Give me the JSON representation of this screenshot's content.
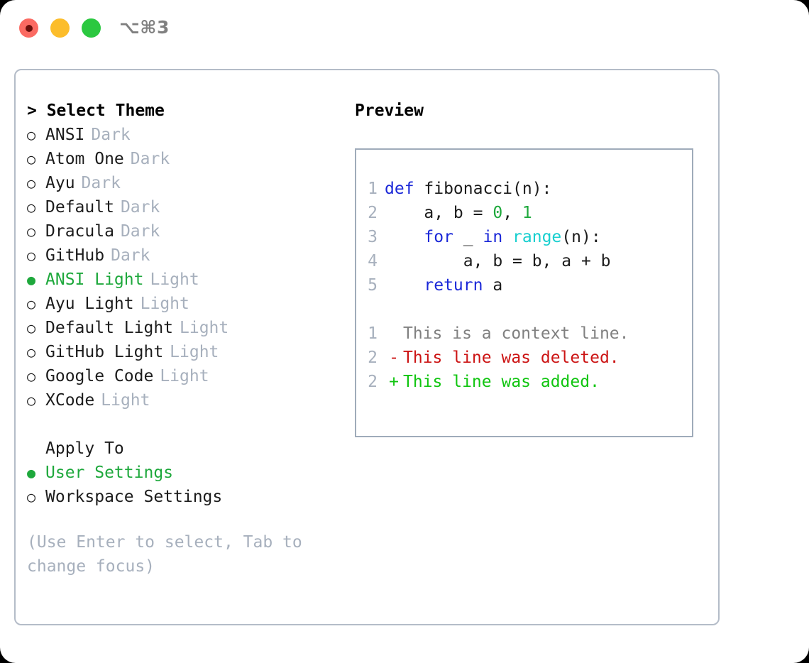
{
  "window": {
    "title": "⌥⌘3",
    "traffic_lights": [
      {
        "name": "close",
        "color": "#fb6a62",
        "focused": true
      },
      {
        "name": "minimize",
        "color": "#fcbd2b",
        "focused": false
      },
      {
        "name": "maximize",
        "color": "#2bc840",
        "focused": false
      }
    ]
  },
  "theme_panel": {
    "header": "> Select Theme",
    "items": [
      {
        "bullet": "○",
        "name": "ANSI",
        "kind": "Dark",
        "selected": false
      },
      {
        "bullet": "○",
        "name": "Atom One",
        "kind": "Dark",
        "selected": false
      },
      {
        "bullet": "○",
        "name": "Ayu",
        "kind": "Dark",
        "selected": false
      },
      {
        "bullet": "○",
        "name": "Default",
        "kind": "Dark",
        "selected": false
      },
      {
        "bullet": "○",
        "name": "Dracula",
        "kind": "Dark",
        "selected": false
      },
      {
        "bullet": "○",
        "name": "GitHub",
        "kind": "Dark",
        "selected": false
      },
      {
        "bullet": "●",
        "name": "ANSI Light",
        "kind": "Light",
        "selected": true
      },
      {
        "bullet": "○",
        "name": "Ayu Light",
        "kind": "Light",
        "selected": false
      },
      {
        "bullet": "○",
        "name": "Default Light",
        "kind": "Light",
        "selected": false
      },
      {
        "bullet": "○",
        "name": "GitHub Light",
        "kind": "Light",
        "selected": false
      },
      {
        "bullet": "○",
        "name": "Google Code",
        "kind": "Light",
        "selected": false
      },
      {
        "bullet": "○",
        "name": "XCode",
        "kind": "Light",
        "selected": false
      }
    ]
  },
  "apply_to": {
    "header": "Apply To",
    "options": [
      {
        "bullet": "●",
        "label": "User Settings",
        "selected": true
      },
      {
        "bullet": "○",
        "label": "Workspace Settings",
        "selected": false
      }
    ]
  },
  "hint": "(Use Enter to select, Tab to change focus)",
  "preview": {
    "title": "Preview",
    "code": [
      {
        "lineno": "1",
        "tokens": [
          {
            "t": "def",
            "c": "kw"
          },
          {
            "t": " fibonacci(n):",
            "c": "plain"
          }
        ]
      },
      {
        "lineno": "2",
        "tokens": [
          {
            "t": "    a, b = ",
            "c": "plain"
          },
          {
            "t": "0",
            "c": "num"
          },
          {
            "t": ", ",
            "c": "plain"
          },
          {
            "t": "1",
            "c": "num"
          }
        ]
      },
      {
        "lineno": "3",
        "tokens": [
          {
            "t": "    ",
            "c": "plain"
          },
          {
            "t": "for",
            "c": "kw"
          },
          {
            "t": " _ ",
            "c": "plain"
          },
          {
            "t": "in",
            "c": "kw"
          },
          {
            "t": " ",
            "c": "plain"
          },
          {
            "t": "range",
            "c": "fn"
          },
          {
            "t": "(n):",
            "c": "plain"
          }
        ]
      },
      {
        "lineno": "4",
        "tokens": [
          {
            "t": "        a, b = b, a + b",
            "c": "plain"
          }
        ]
      },
      {
        "lineno": "5",
        "tokens": [
          {
            "t": "    ",
            "c": "plain"
          },
          {
            "t": "return",
            "c": "kw"
          },
          {
            "t": " a",
            "c": "plain"
          }
        ]
      }
    ],
    "diff": [
      {
        "lineno": "1",
        "mark": " ",
        "text": "This is a context line.",
        "kind": "ctx"
      },
      {
        "lineno": "2",
        "mark": "-",
        "text": "This line was deleted.",
        "kind": "del"
      },
      {
        "lineno": "2",
        "mark": "+",
        "text": "This line was added.",
        "kind": "add"
      }
    ]
  },
  "colors": {
    "accent_green": "#1ea83c",
    "muted": "#a7b0bd",
    "keyword_blue": "#1b28d8",
    "function_cyan": "#17cfcf",
    "diff_add": "#10c510",
    "diff_del": "#cc1414",
    "border": "#b4bcc8"
  }
}
